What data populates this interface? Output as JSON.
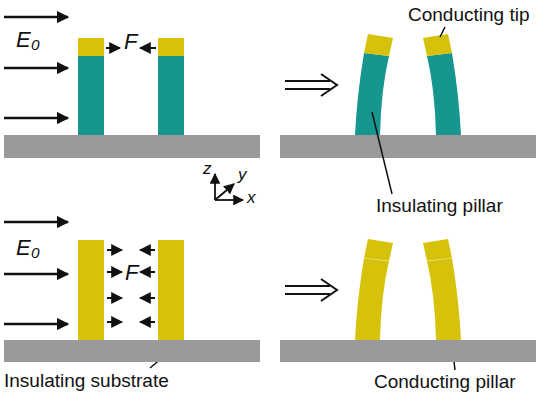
{
  "diagram": {
    "labels": [
      "Conducting tip",
      "E₀",
      "F",
      "Insulating pillar",
      "z",
      "y",
      "x",
      "E₀",
      "F",
      "Insulating substrate",
      "Conducting pillar"
    ]
  }
}
